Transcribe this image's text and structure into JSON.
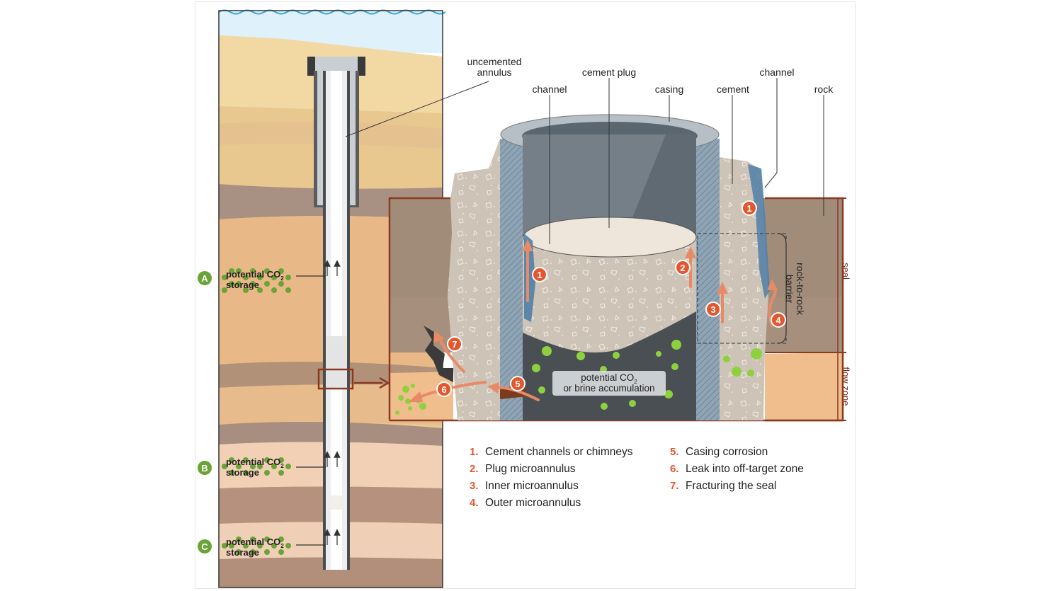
{
  "labels": {
    "uncemented_annulus": [
      "uncemented",
      "annulus"
    ],
    "cement_plug": "cement plug",
    "channel_left": "channel",
    "casing": "casing",
    "cement": "cement",
    "channel_right": "channel",
    "rock": "rock",
    "rock_to_rock_barrier": [
      "rock-to-rock",
      "barrier"
    ],
    "seal": "seal",
    "flow_zone": "flow zone",
    "accumulation": [
      "potential CO",
      "2",
      "or brine accumulation"
    ]
  },
  "storage_zones": [
    {
      "letter": "A",
      "line1": "potential CO",
      "sub": "2",
      "line2": "storage"
    },
    {
      "letter": "B",
      "line1": "potential CO",
      "sub": "2",
      "line2": "storage"
    },
    {
      "letter": "C",
      "line1": "potential CO",
      "sub": "2",
      "line2": "storage"
    }
  ],
  "legend_left": [
    {
      "num": "1.",
      "text": "Cement channels or chimneys"
    },
    {
      "num": "2.",
      "text": "Plug microannulus"
    },
    {
      "num": "3.",
      "text": "Inner microannulus"
    },
    {
      "num": "4.",
      "text": "Outer microannulus"
    }
  ],
  "legend_right": [
    {
      "num": "5.",
      "text": "Casing corrosion"
    },
    {
      "num": "6.",
      "text": "Leak into off-target zone"
    },
    {
      "num": "7.",
      "text": "Fracturing the seal"
    }
  ],
  "markers": [
    "1",
    "2",
    "3",
    "4",
    "5",
    "6",
    "7",
    "1"
  ],
  "colors": {
    "accent_orange": "#e2572e",
    "storage_green": "#6aa436",
    "co2_bubble": "#8ed13f",
    "frame_brown": "#8b3a22",
    "cement_gray": "#cfc5b8",
    "casing_blue": "#8ea3b3",
    "water": "#dff1fb"
  }
}
